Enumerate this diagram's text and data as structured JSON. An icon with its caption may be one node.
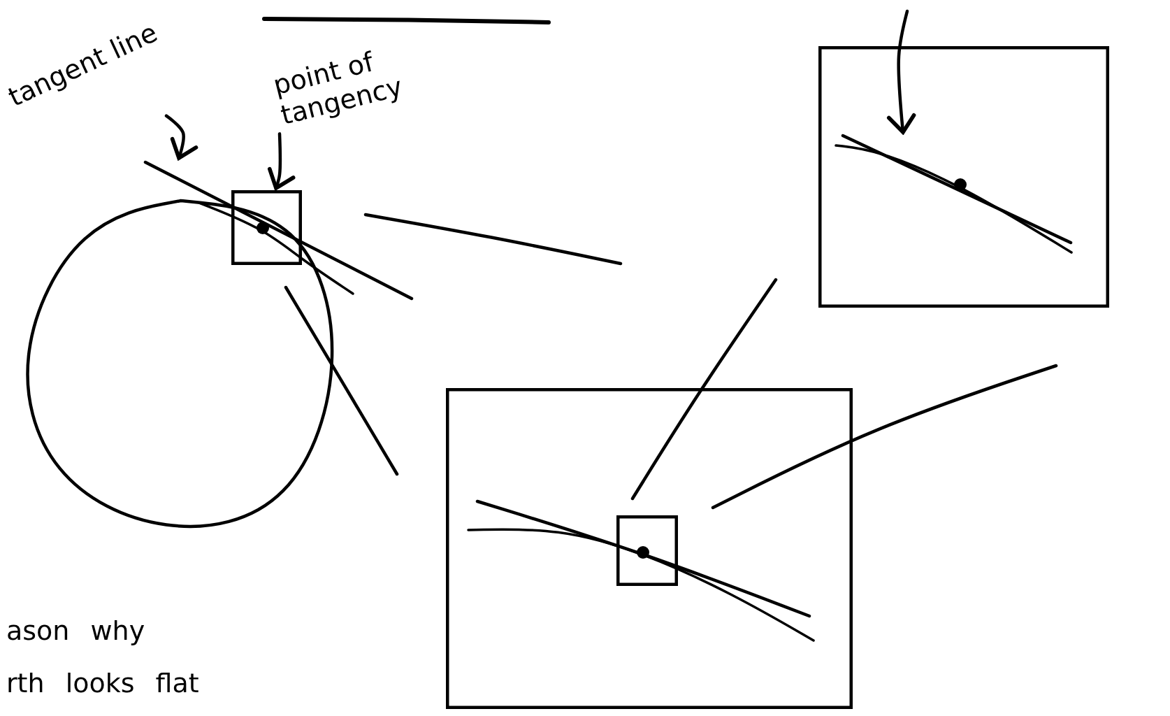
{
  "diagram": {
    "nodes": [
      {
        "text": [
          "tangent line"
        ]
      },
      {
        "text": [
          "point of tangency"
        ]
      },
      {
        "text": [],
        "shape": "circle"
      },
      {
        "text": [],
        "shape": "box"
      },
      {
        "text": [],
        "shape": "box"
      },
      {
        "text": [],
        "shape": "box",
        "in": 4
      },
      {
        "text": [],
        "shape": "box"
      },
      {
        "text": [],
        "shape": "line",
        "in": 6
      }
    ],
    "edges": [
      {
        "from": 0,
        "to": null,
        "arrow": "to"
      },
      {
        "from": 1,
        "to": 3,
        "arrow": "to"
      },
      {
        "from": null,
        "to": 7,
        "arrow": "to"
      }
    ],
    "labels": [
      "ason why",
      "rth looks flat"
    ]
  }
}
